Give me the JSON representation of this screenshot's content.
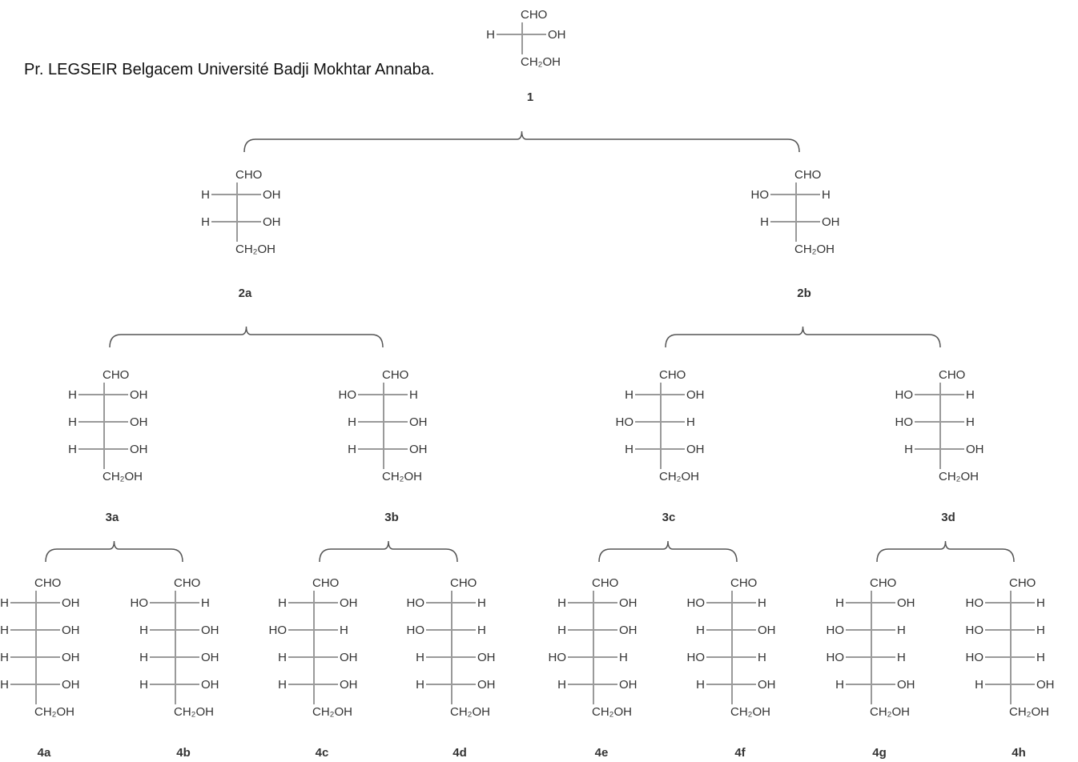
{
  "caption": "Pr. LEGSEIR Belgacem Université Badji Mokhtar Annaba.",
  "labels": {
    "top": "CHO",
    "bottom": "CH₂OH"
  },
  "structures": [
    {
      "label": "1",
      "rows": [
        [
          "H",
          "OH"
        ]
      ]
    },
    {
      "label": "2a",
      "rows": [
        [
          "H",
          "OH"
        ],
        [
          "H",
          "OH"
        ]
      ]
    },
    {
      "label": "2b",
      "rows": [
        [
          "HO",
          "H"
        ],
        [
          "H",
          "OH"
        ]
      ]
    },
    {
      "label": "3a",
      "rows": [
        [
          "H",
          "OH"
        ],
        [
          "H",
          "OH"
        ],
        [
          "H",
          "OH"
        ]
      ]
    },
    {
      "label": "3b",
      "rows": [
        [
          "HO",
          "H"
        ],
        [
          "H",
          "OH"
        ],
        [
          "H",
          "OH"
        ]
      ]
    },
    {
      "label": "3c",
      "rows": [
        [
          "H",
          "OH"
        ],
        [
          "HO",
          "H"
        ],
        [
          "H",
          "OH"
        ]
      ]
    },
    {
      "label": "3d",
      "rows": [
        [
          "HO",
          "H"
        ],
        [
          "HO",
          "H"
        ],
        [
          "H",
          "OH"
        ]
      ]
    },
    {
      "label": "4a",
      "rows": [
        [
          "H",
          "OH"
        ],
        [
          "H",
          "OH"
        ],
        [
          "H",
          "OH"
        ],
        [
          "H",
          "OH"
        ]
      ]
    },
    {
      "label": "4b",
      "rows": [
        [
          "HO",
          "H"
        ],
        [
          "H",
          "OH"
        ],
        [
          "H",
          "OH"
        ],
        [
          "H",
          "OH"
        ]
      ]
    },
    {
      "label": "4c",
      "rows": [
        [
          "H",
          "OH"
        ],
        [
          "HO",
          "H"
        ],
        [
          "H",
          "OH"
        ],
        [
          "H",
          "OH"
        ]
      ]
    },
    {
      "label": "4d",
      "rows": [
        [
          "HO",
          "H"
        ],
        [
          "HO",
          "H"
        ],
        [
          "H",
          "OH"
        ],
        [
          "H",
          "OH"
        ]
      ]
    },
    {
      "label": "4e",
      "rows": [
        [
          "H",
          "OH"
        ],
        [
          "H",
          "OH"
        ],
        [
          "HO",
          "H"
        ],
        [
          "H",
          "OH"
        ]
      ]
    },
    {
      "label": "4f",
      "rows": [
        [
          "HO",
          "H"
        ],
        [
          "H",
          "OH"
        ],
        [
          "HO",
          "H"
        ],
        [
          "H",
          "OH"
        ]
      ]
    },
    {
      "label": "4g",
      "rows": [
        [
          "H",
          "OH"
        ],
        [
          "HO",
          "H"
        ],
        [
          "HO",
          "H"
        ],
        [
          "H",
          "OH"
        ]
      ]
    },
    {
      "label": "4h",
      "rows": [
        [
          "HO",
          "H"
        ],
        [
          "HO",
          "H"
        ],
        [
          "HO",
          "H"
        ],
        [
          "H",
          "OH"
        ]
      ]
    }
  ]
}
